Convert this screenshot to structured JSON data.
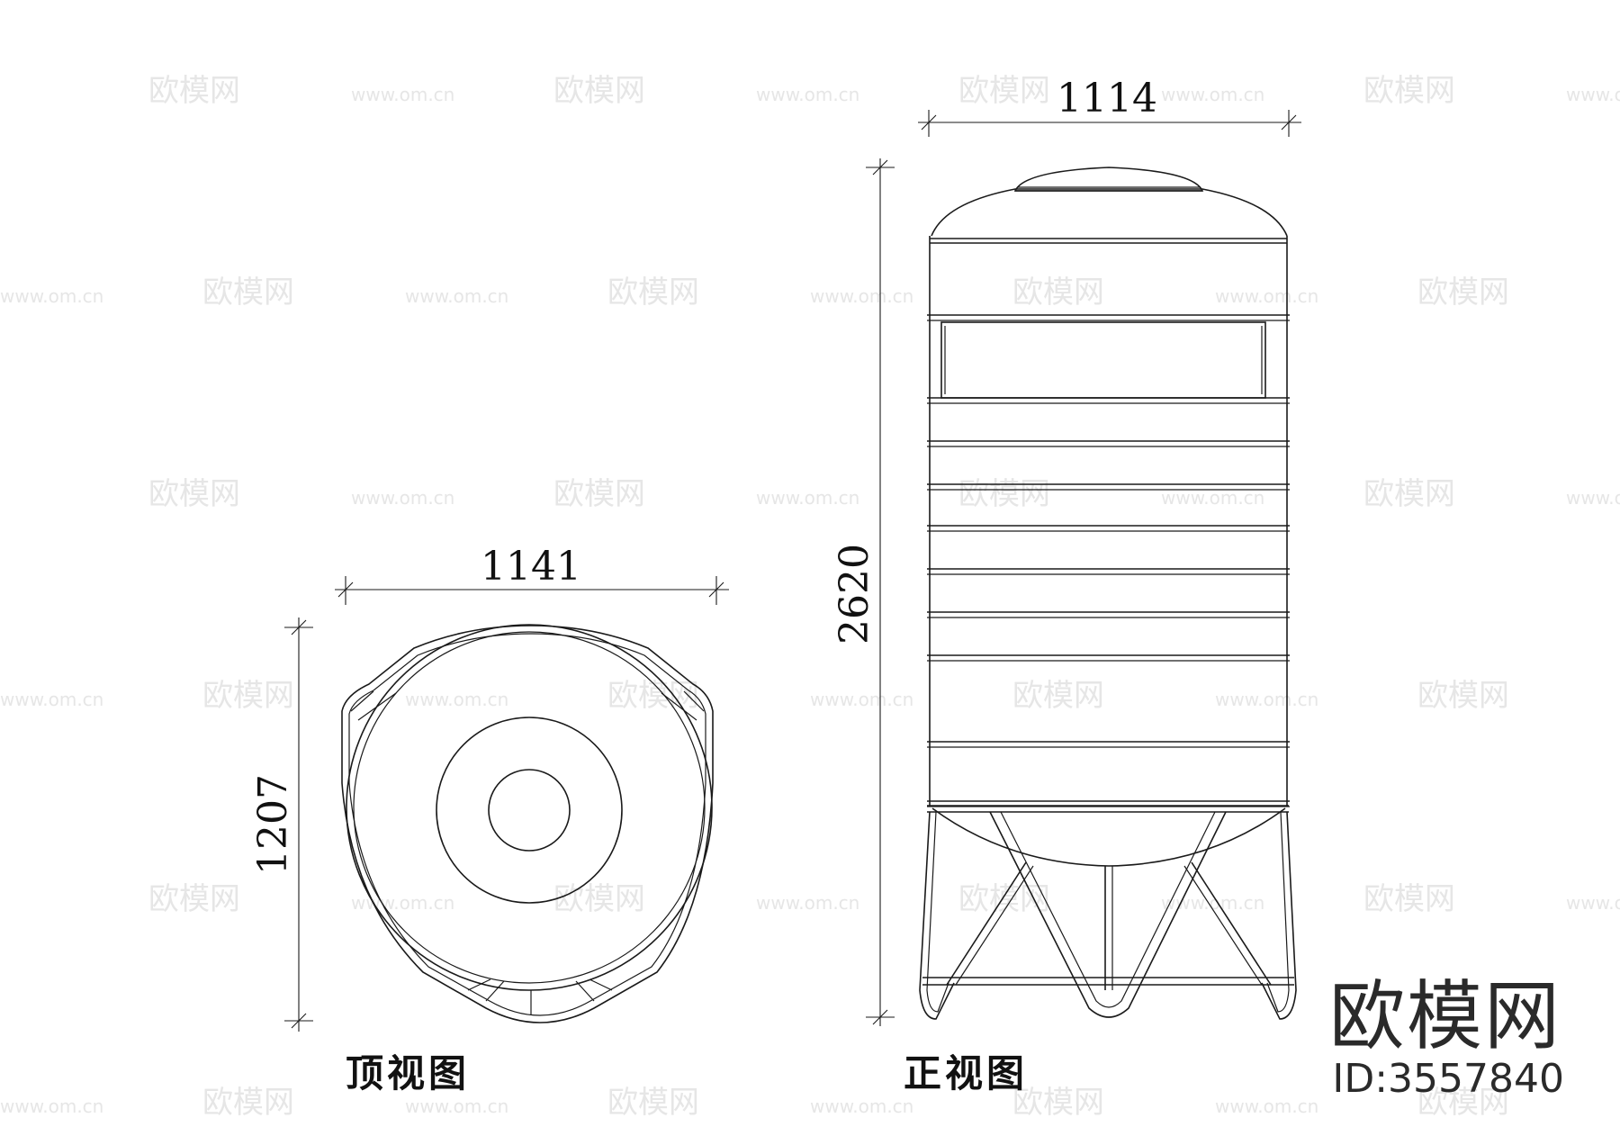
{
  "diagram": {
    "top_view": {
      "caption": "顶视图",
      "width_dimension": "1141",
      "height_dimension": "1207"
    },
    "front_view": {
      "caption": "正视图",
      "width_dimension": "1114",
      "height_dimension": "2620"
    }
  },
  "watermark": {
    "brand_name": "欧模网",
    "id_label": "ID:3557840",
    "tile_text_cn": "欧模网",
    "tile_text_url": "www.om.cn"
  },
  "colors": {
    "ink": "#1a1a1a",
    "watermark": "#e6e6e6",
    "background": "#ffffff"
  }
}
